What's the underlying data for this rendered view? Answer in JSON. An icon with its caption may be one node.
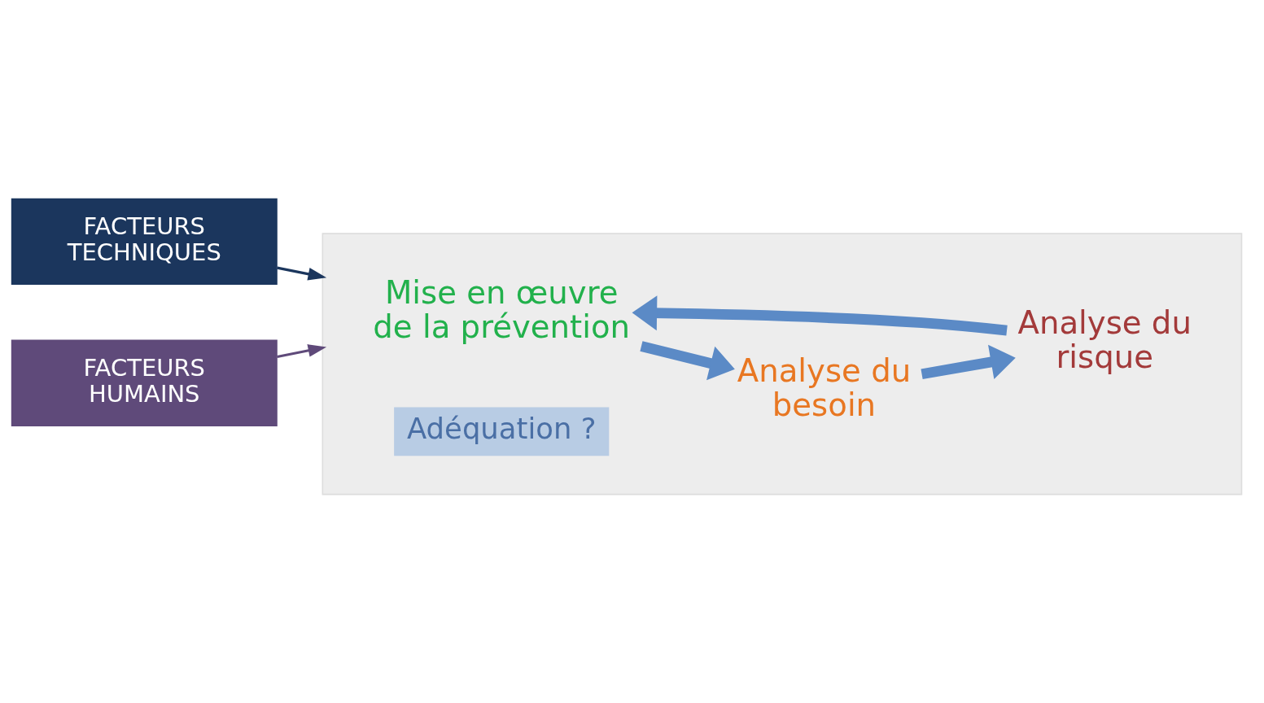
{
  "diagram": {
    "nodes": [
      {
        "text": [
          "FACTEURS TECHNIQUES"
        ]
      },
      {
        "text": [
          "FACTEURS HUMAINS"
        ]
      },
      {
        "text": [],
        "shape": "box"
      },
      {
        "text": [
          "Mise en œuvre de la prévention"
        ],
        "in": 2
      },
      {
        "text": [
          "Analyse du besoin"
        ],
        "in": 2
      },
      {
        "text": [
          "Adéquation ?"
        ],
        "in": 2
      },
      {
        "text": [
          "Analyse du risque"
        ],
        "in": 2
      }
    ],
    "edges": [
      {
        "from": 0,
        "to": 2,
        "arrow": "to",
        "color": "#1b365d"
      },
      {
        "from": 1,
        "to": 2,
        "arrow": "to",
        "color": "#5f4a7a"
      },
      {
        "from": 3,
        "to": 4,
        "arrow": "to"
      },
      {
        "from": 4,
        "to": 6,
        "arrow": "to"
      },
      {
        "from": 6,
        "to": 3,
        "arrow": "to"
      }
    ]
  }
}
